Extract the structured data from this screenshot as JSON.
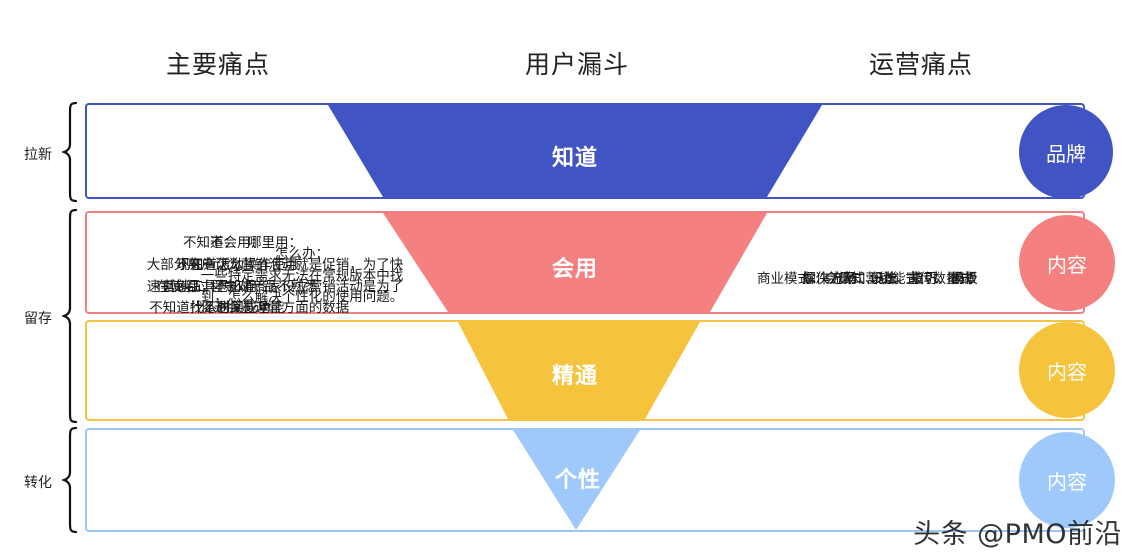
{
  "headers": {
    "pain_points": "主要痛点",
    "user_funnel": "用户漏斗",
    "operation_pain": "运营痛点"
  },
  "stages": [
    {
      "label": "拉新"
    },
    {
      "label": "留存"
    },
    {
      "label": "转化"
    }
  ],
  "rows": [
    {
      "stage": "拉新",
      "funnel_label": "知道",
      "color": "#4154c4",
      "border_color": "#4154c4",
      "pain": {
        "head": "不知道：",
        "lines": [
          "现在有活动",
          "营销工具怎么用",
          "不知道什么时间成单"
        ]
      },
      "ops": "认知营销：宣传、推广",
      "circle": "品牌"
    },
    {
      "stage": "留存",
      "funnel_label": "会用",
      "color": "#f4817f",
      "border_color": "#f08080",
      "pain": {
        "head": "不会用：",
        "lines": [
          "不知道怎么操作使用",
          "在使用过程中对产品不熟悉",
          "找不到某些功能"
        ]
      },
      "ops": "操作流畅：设计、指引、模板",
      "circle": "内容"
    },
    {
      "stage": "留存",
      "funnel_label": "精通",
      "color": "#f5c33c",
      "border_color": "#f5c242",
      "pain": {
        "head": "哪里用：",
        "lines": [
          "大部分用户认为营销活动就是促销，为了快",
          "速卖商品，不知道商家设立营销活动是为了",
          "促进会员运营方面的数据"
        ]
      },
      "ops": "解决方案：玩法、技巧、场景",
      "circle": "内容"
    },
    {
      "stage": "转化",
      "funnel_label": "个性",
      "color": "#9fc9fa",
      "border_color": "#9dc7f8",
      "pain": {
        "head": "怎么办：",
        "lines": [
          "一些特定需求无法在常规版本中找",
          "到，怎么解决个性化的使用问题。"
        ]
      },
      "ops": "商业模式：会员式、功能式、数量式",
      "circle": "内容"
    }
  ],
  "watermark": "头条 @PMO前沿"
}
